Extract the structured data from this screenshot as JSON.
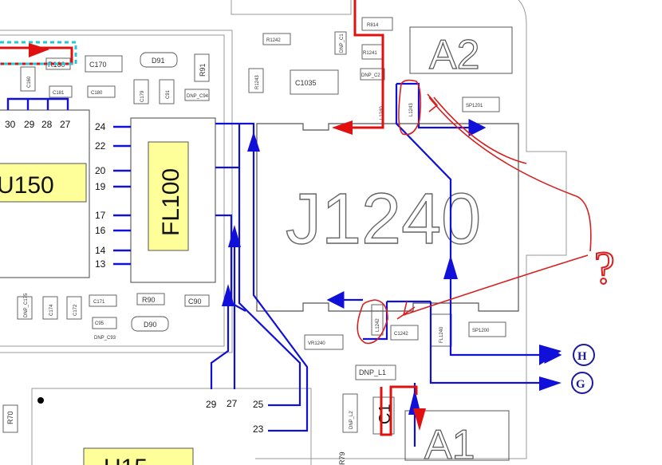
{
  "components": {
    "u150": "U150",
    "fl100": "FL100",
    "j1240": "J1240",
    "a1": "A1",
    "a2": "A2",
    "u_bottom": "U15"
  },
  "passives": {
    "r160": "R160",
    "c170": "C170",
    "d91": "D91",
    "r91": "R91",
    "c160": "C160",
    "c181": "C181",
    "c180": "C180",
    "c179": "C179",
    "c91": "C91",
    "dnp_c94": "DNP_C94",
    "r1242": "R1242",
    "r814": "R814",
    "r1241": "R1241",
    "r1243": "R1243",
    "c1035": "C1035",
    "dnp_c1": "DNP_C1",
    "dnp_c2": "DNP_C2",
    "l1240": "L1240",
    "l1243": "L1243",
    "sp1201": "SP1201",
    "sp1200": "SP1200",
    "l1242": "L1242",
    "c1242": "C1242",
    "vr1240": "VR1240",
    "fl1240": "FL1240",
    "dnp_l1": "DNP_L1",
    "dnp_l2": "DNP_L2",
    "c1": "C1",
    "r70": "R70",
    "r79": "R79",
    "c174": "C174",
    "c172": "C172",
    "c171": "C171",
    "r90": "R90",
    "c90": "C90",
    "c95": "C95",
    "d90": "D90",
    "dnp_c175": "DNP_C175",
    "dnp_c93": "DNP_C93"
  },
  "top_pins": [
    "30",
    "29",
    "28",
    "27"
  ],
  "left_pins": [
    "24",
    "22",
    "20",
    "19",
    "17",
    "16",
    "14",
    "13"
  ],
  "bottom_pins": [
    "29",
    "27",
    "25",
    "23"
  ],
  "markers": {
    "h": "H",
    "g": "G",
    "question": "?"
  },
  "colors": {
    "signal_blue": "#1010d8",
    "trace_red": "#e01010",
    "annotation_red": "#d81e1e",
    "label_fill": "#ffff99",
    "dash_cyan": "#20c8d8"
  }
}
